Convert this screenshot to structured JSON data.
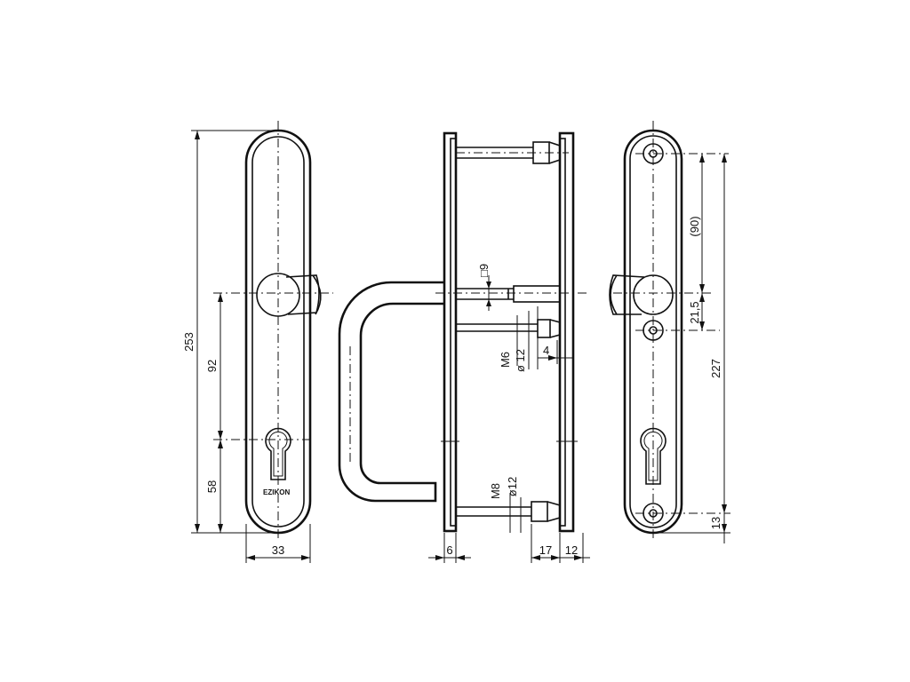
{
  "dimensions": {
    "left_view": {
      "overall_height": "253",
      "handle_to_cylinder": "92",
      "cylinder_to_bottom": "58",
      "width": "33",
      "brand_mark": "EZIKON"
    },
    "side_view": {
      "square_spindle": "9",
      "thread_upper": "M6",
      "diameter_upper": "12",
      "offset": "4",
      "thread_lower": "M8",
      "diameter_lower": "12",
      "plate_thickness": "6",
      "gap": "17",
      "rear_plate": "12"
    },
    "right_view": {
      "hole_spacing_upper": "(90)",
      "hole_to_handle": "21,5",
      "hole_spacing_total": "227",
      "bottom_hole_offset": "13"
    }
  },
  "symbols": {
    "square": "□",
    "diameter": "ø"
  },
  "colors": {
    "line": "#111111",
    "background": "#ffffff"
  }
}
